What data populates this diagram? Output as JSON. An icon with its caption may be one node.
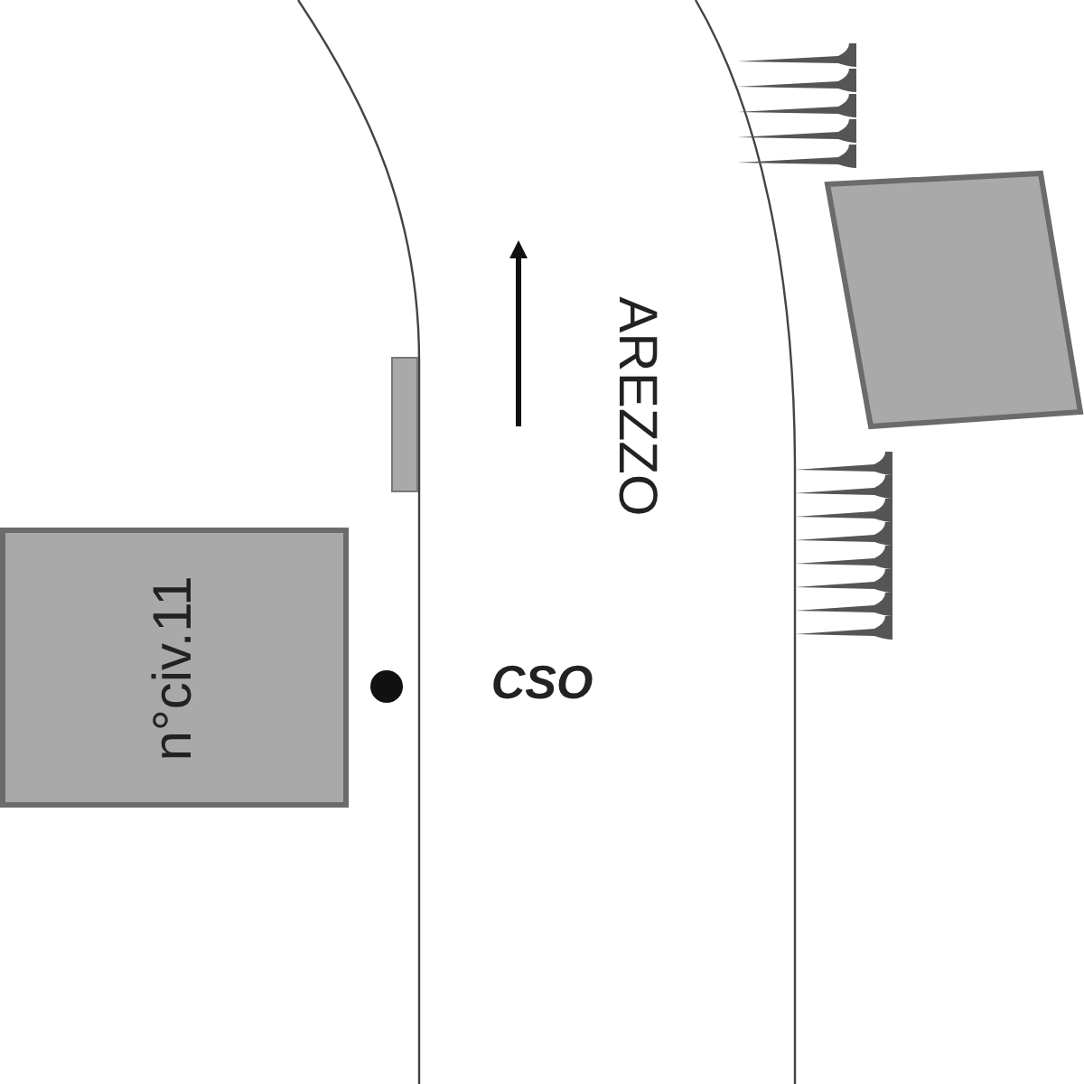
{
  "diagram": {
    "nodes": [
      {
        "text": [
          "n°civ.11"
        ]
      },
      {
        "text": [],
        "shape": "box"
      },
      {
        "text": [],
        "shape": "bar"
      }
    ],
    "labels": [
      "AREZZO",
      "CSO"
    ]
  }
}
